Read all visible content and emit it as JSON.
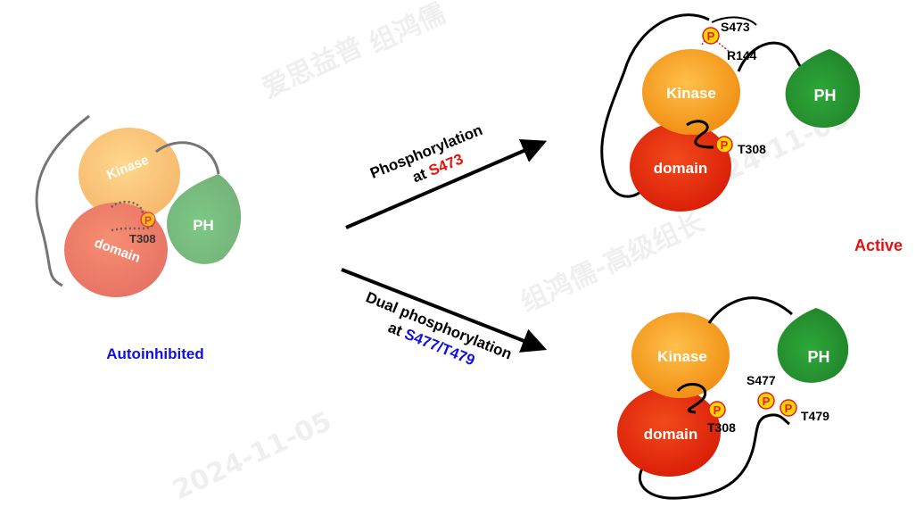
{
  "watermark": {
    "text_1": "爱思益普",
    "text_2": "组鸿儒-高级组长",
    "text_3": "2024-11-05",
    "text_4": "组鸿儒",
    "text_5": "2024-11-05"
  },
  "colors": {
    "kinase": "#f5a02a",
    "domain": "#e8300c",
    "ph": "#2e9a33",
    "phospho": "#ffd400",
    "phospho_ring": "#e02020",
    "red_label": "#e8120c",
    "blue_label": "#1010e0"
  },
  "left": {
    "kinase": "Kinase",
    "domain": "domain",
    "ph": "PH",
    "site": "T308",
    "p": "P",
    "state": "Autoinhibited"
  },
  "arrow_top": {
    "line1": "Phosphorylation",
    "at": "at ",
    "site": "S473"
  },
  "arrow_bottom": {
    "line1": "Dual phosphorylation",
    "at": "at ",
    "site": "S477/T479"
  },
  "top_right": {
    "kinase": "Kinase",
    "domain": "domain",
    "ph": "PH",
    "site_s473": "S473",
    "site_r144": "R144",
    "site_t308": "T308",
    "p": "P"
  },
  "active_label": "Active",
  "bottom_right": {
    "kinase": "Kinase",
    "domain": "domain",
    "ph": "PH",
    "site_t308": "T308",
    "site_s477": "S477",
    "site_t479": "T479",
    "p": "P"
  }
}
